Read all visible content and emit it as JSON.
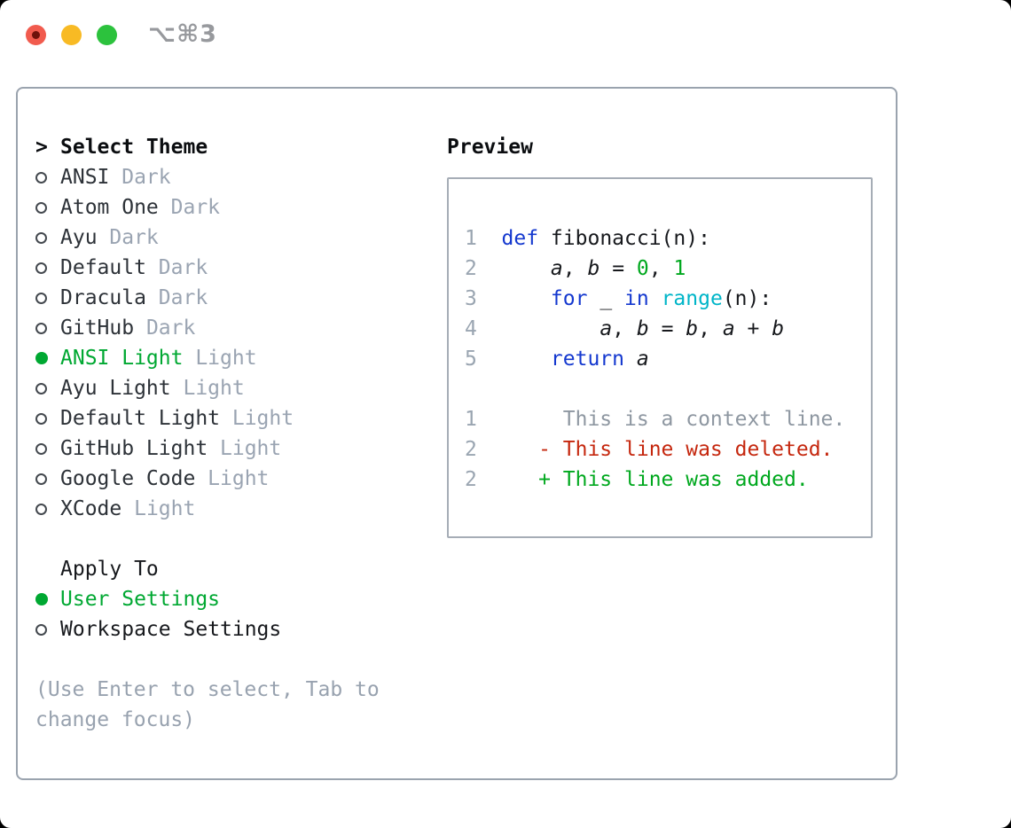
{
  "window": {
    "title": "⌥⌘3",
    "controls": [
      "close",
      "minimize",
      "zoom"
    ]
  },
  "colors": {
    "accent_green": "#00a832",
    "keyword_blue": "#1438cf",
    "builtin_cyan": "#00b5c8",
    "literal_green": "#00a81e",
    "deleted_red": "#c5270e",
    "added_green": "#00a81e",
    "muted_gray": "#9aa4b2",
    "line_number_gray": "#9aa5b1",
    "panel_border": "#9aa3ae",
    "title_gray": "#97999d",
    "traffic_red": "#f15b4e",
    "traffic_yellow": "#f8ba24",
    "traffic_green": "#2cc23d"
  },
  "theme_list": {
    "header": "Select Theme",
    "prompt": ">",
    "items": [
      {
        "name": "ANSI",
        "variant": "Dark",
        "selected": false
      },
      {
        "name": "Atom One",
        "variant": "Dark",
        "selected": false
      },
      {
        "name": "Ayu",
        "variant": "Dark",
        "selected": false
      },
      {
        "name": "Default",
        "variant": "Dark",
        "selected": false
      },
      {
        "name": "Dracula",
        "variant": "Dark",
        "selected": false
      },
      {
        "name": "GitHub",
        "variant": "Dark",
        "selected": false
      },
      {
        "name": "ANSI Light",
        "variant": "Light",
        "selected": true
      },
      {
        "name": "Ayu Light",
        "variant": "Light",
        "selected": false
      },
      {
        "name": "Default Light",
        "variant": "Light",
        "selected": false
      },
      {
        "name": "GitHub Light",
        "variant": "Light",
        "selected": false
      },
      {
        "name": "Google Code",
        "variant": "Light",
        "selected": false
      },
      {
        "name": "XCode",
        "variant": "Light",
        "selected": false
      }
    ]
  },
  "apply_to": {
    "header": "Apply To",
    "options": [
      {
        "label": "User Settings",
        "selected": true
      },
      {
        "label": "Workspace Settings",
        "selected": false
      }
    ]
  },
  "hint": "(Use Enter to select, Tab to change focus)",
  "preview": {
    "header": "Preview",
    "lines": [
      {
        "ln": "1",
        "segments": [
          {
            "text": "def",
            "style": "kw"
          },
          {
            "text": " fibonacci(n):",
            "style": "pl"
          }
        ]
      },
      {
        "ln": "2",
        "segments": [
          {
            "text": "    ",
            "style": "pl"
          },
          {
            "text": "a",
            "style": "id"
          },
          {
            "text": ", ",
            "style": "pl"
          },
          {
            "text": "b",
            "style": "id"
          },
          {
            "text": " = ",
            "style": "pl"
          },
          {
            "text": "0",
            "style": "lit"
          },
          {
            "text": ", ",
            "style": "pl"
          },
          {
            "text": "1",
            "style": "lit"
          }
        ]
      },
      {
        "ln": "3",
        "segments": [
          {
            "text": "    ",
            "style": "pl"
          },
          {
            "text": "for",
            "style": "kw"
          },
          {
            "text": " _ ",
            "style": "pl"
          },
          {
            "text": "in",
            "style": "kw"
          },
          {
            "text": " ",
            "style": "pl"
          },
          {
            "text": "range",
            "style": "fn"
          },
          {
            "text": "(n):",
            "style": "pl"
          }
        ]
      },
      {
        "ln": "4",
        "segments": [
          {
            "text": "        ",
            "style": "pl"
          },
          {
            "text": "a",
            "style": "id"
          },
          {
            "text": ", ",
            "style": "pl"
          },
          {
            "text": "b",
            "style": "id"
          },
          {
            "text": " = ",
            "style": "pl"
          },
          {
            "text": "b",
            "style": "id"
          },
          {
            "text": ", ",
            "style": "pl"
          },
          {
            "text": "a",
            "style": "id"
          },
          {
            "text": " + ",
            "style": "pl"
          },
          {
            "text": "b",
            "style": "id"
          }
        ]
      },
      {
        "ln": "5",
        "segments": [
          {
            "text": "    ",
            "style": "pl"
          },
          {
            "text": "return",
            "style": "kw"
          },
          {
            "text": " ",
            "style": "pl"
          },
          {
            "text": "a",
            "style": "id"
          }
        ]
      },
      {
        "ln": "",
        "segments": []
      },
      {
        "ln": "1",
        "segments": [
          {
            "text": "     This is a context line.",
            "style": "ctx"
          }
        ]
      },
      {
        "ln": "2",
        "segments": [
          {
            "text": "   - This line was deleted.",
            "style": "del"
          }
        ]
      },
      {
        "ln": "2",
        "segments": [
          {
            "text": "   + This line was added.",
            "style": "add"
          }
        ]
      }
    ]
  }
}
